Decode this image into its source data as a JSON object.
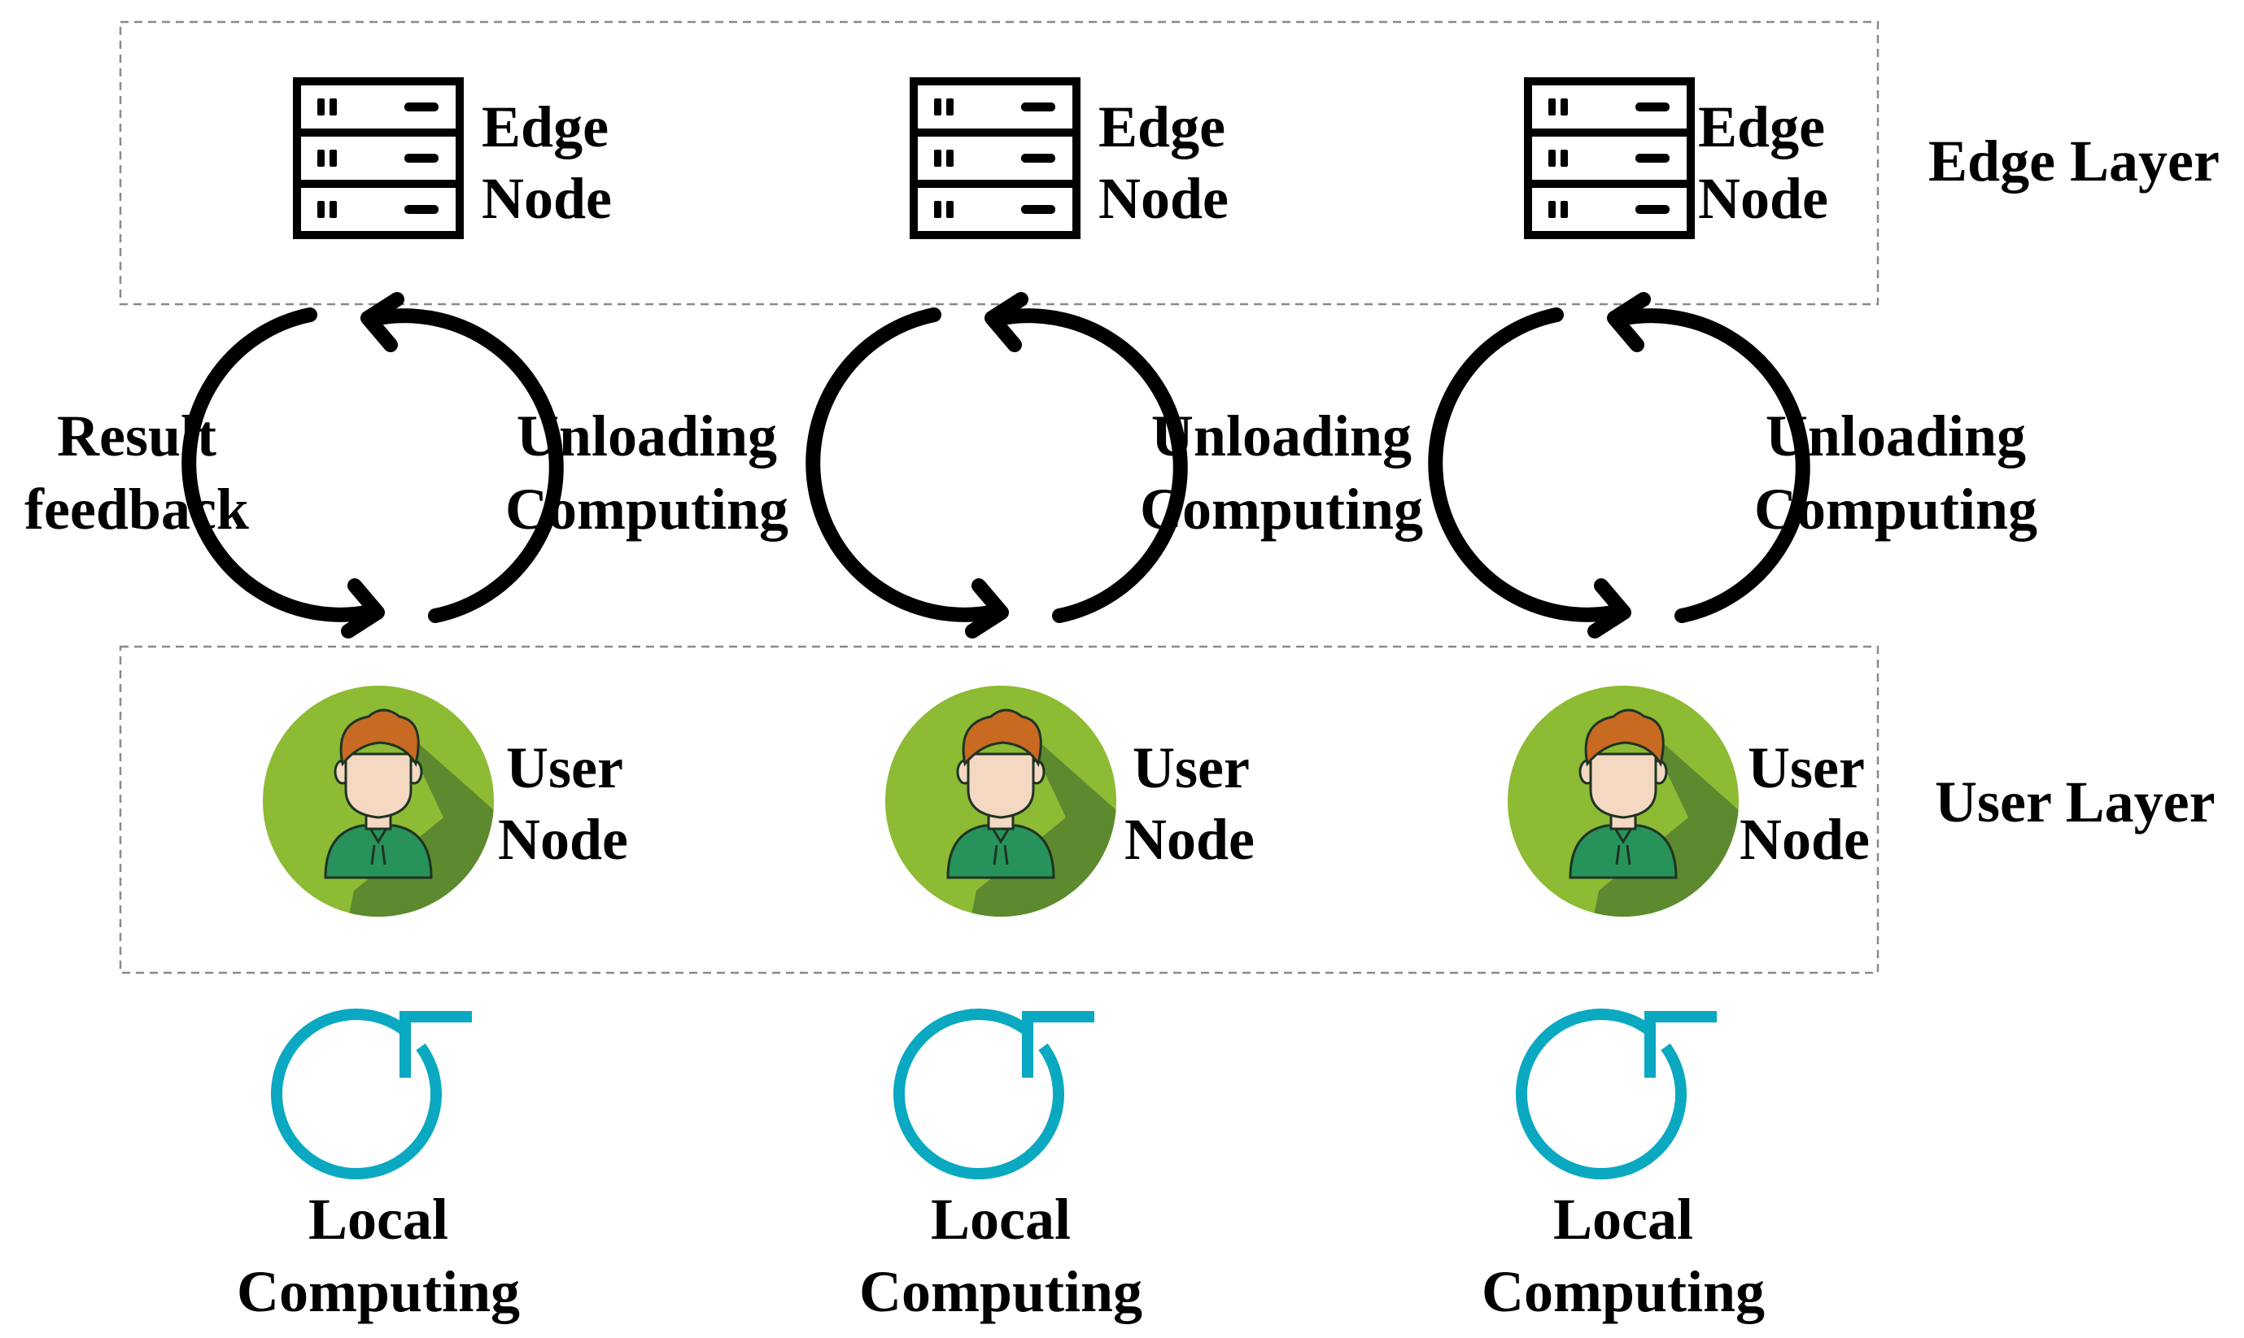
{
  "colors": {
    "background": "#ffffff",
    "layer_border": "#8a8a8a",
    "exchange_arrow": "#000000",
    "local_loop": "#0aa8c1",
    "avatar_circle": "#8dbb34",
    "avatar_shadow": "#5d8a2f",
    "avatar_shirt": "#27935a",
    "avatar_skin": "#f4d8c2",
    "avatar_hair": "#c86a22"
  },
  "edge_layer": {
    "label": "Edge Layer",
    "nodes": [
      {
        "label_line1": "Edge",
        "label_line2": "Node",
        "icon": "server-rack-icon"
      },
      {
        "label_line1": "Edge",
        "label_line2": "Node",
        "icon": "server-rack-icon"
      },
      {
        "label_line1": "Edge",
        "label_line2": "Node",
        "icon": "server-rack-icon"
      }
    ]
  },
  "exchange": {
    "feedback_label_line1": "Result",
    "feedback_label_line2": "feedback",
    "columns": [
      {
        "upload_label_line1": "Unloading",
        "upload_label_line2": "Computing",
        "icon": "bidirectional-cycle-arrow-icon"
      },
      {
        "upload_label_line1": "Unloading",
        "upload_label_line2": "Computing",
        "icon": "bidirectional-cycle-arrow-icon"
      },
      {
        "upload_label_line1": "Unloading",
        "upload_label_line2": "Computing",
        "icon": "bidirectional-cycle-arrow-icon"
      }
    ]
  },
  "user_layer": {
    "label": "User Layer",
    "nodes": [
      {
        "label_line1": "User",
        "label_line2": "Node",
        "icon": "user-avatar-icon"
      },
      {
        "label_line1": "User",
        "label_line2": "Node",
        "icon": "user-avatar-icon"
      },
      {
        "label_line1": "User",
        "label_line2": "Node",
        "icon": "user-avatar-icon"
      }
    ]
  },
  "local_computing": [
    {
      "label_line1": "Local",
      "label_line2": "Computing",
      "icon": "refresh-loop-icon"
    },
    {
      "label_line1": "Local",
      "label_line2": "Computing",
      "icon": "refresh-loop-icon"
    },
    {
      "label_line1": "Local",
      "label_line2": "Computing",
      "icon": "refresh-loop-icon"
    }
  ]
}
